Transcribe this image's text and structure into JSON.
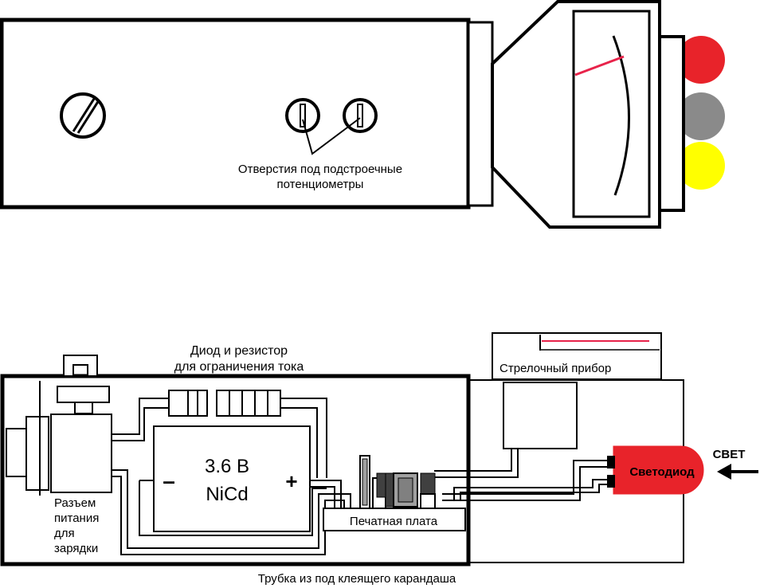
{
  "top_view": {
    "trimmer_holes_label_line1": "Отверстия под подстроечные",
    "trimmer_holes_label_line2": "потенциометры"
  },
  "bottom_view": {
    "diode_resistor_label_line1": "Диод и резистор",
    "diode_resistor_label_line2": "для ограничения тока",
    "meter_label": "Стрелочный прибор",
    "battery_voltage": "3.6 В",
    "battery_type": "NiCd",
    "battery_minus": "–",
    "battery_plus": "+",
    "pcb_label": "Печатная плата",
    "led_label": "Светодиод",
    "light_label": "СВЕТ",
    "connector_label_line1": "Разъем",
    "connector_label_line2": "питания",
    "connector_label_line3": "для",
    "connector_label_line4": "зарядки",
    "tube_label": "Трубка из под клеящего карандаша"
  },
  "colors": {
    "led_red": "#e8232a",
    "needle_red": "#e8234a",
    "indicator_red": "#e8232a",
    "indicator_gray": "#8a8a8a",
    "indicator_yellow": "#ffff00",
    "component_gray": "#a0a0a0"
  }
}
